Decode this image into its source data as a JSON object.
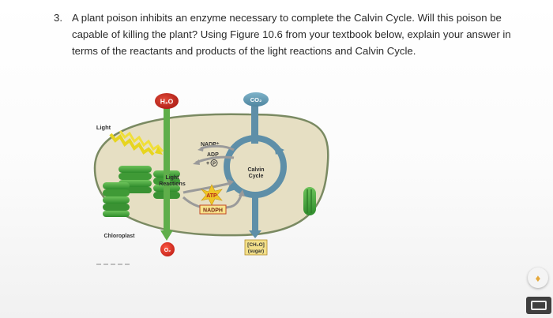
{
  "question": {
    "number": "3.",
    "text": "A plant poison inhibits an enzyme necessary to complete the Calvin Cycle. Will this poison be capable of killing the plant? Using Figure 10.6 from your textbook below, explain your answer in terms of the reactants and products of the light reactions and Calvin Cycle."
  },
  "figure": {
    "h2o": "H₂O",
    "co2": "CO₂",
    "light": "Light",
    "light_reactions_1": "Light",
    "light_reactions_2": "Reactions",
    "nadp": "NADP⁺",
    "adp": "ADP",
    "pi": "+",
    "pi_symbol": "P",
    "pi_sub": "i",
    "atp": "ATP",
    "nadph": "NADPH",
    "calvin_1": "Calvin",
    "calvin_2": "Cycle",
    "chloroplast": "Chloroplast",
    "o2": "O₂",
    "sugar_1": "[CH₂O]",
    "sugar_2": "(sugar)"
  },
  "colors": {
    "chloroplast_fill": "#e6dfc3",
    "chloroplast_border": "#7a8a62",
    "water_green": "#5fae4a",
    "calvin_blue": "#5e8fa8",
    "h2o_red": "#cf2d24",
    "o2_red": "#d93a2b",
    "light_yellow": "#e7d51f",
    "thylakoid_green": "#4aa33a"
  },
  "icons": {
    "fab": "diamond-arrow-icon",
    "screen": "screen-icon"
  }
}
